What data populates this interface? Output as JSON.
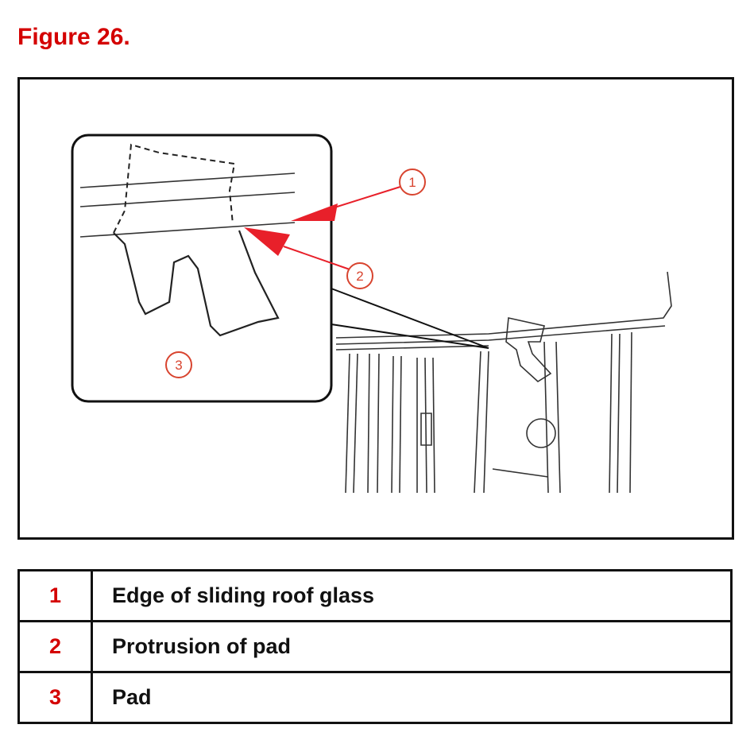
{
  "figure": {
    "title": "Figure 26.",
    "callouts": [
      "1",
      "2",
      "3"
    ]
  },
  "legend": {
    "rows": [
      {
        "number": "1",
        "description": "Edge of sliding roof glass"
      },
      {
        "number": "2",
        "description": "Protrusion of pad"
      },
      {
        "number": "3",
        "description": "Pad"
      }
    ]
  },
  "colors": {
    "title": "#d40000",
    "callout": "#d8442f",
    "arrow": "#e8202a"
  }
}
